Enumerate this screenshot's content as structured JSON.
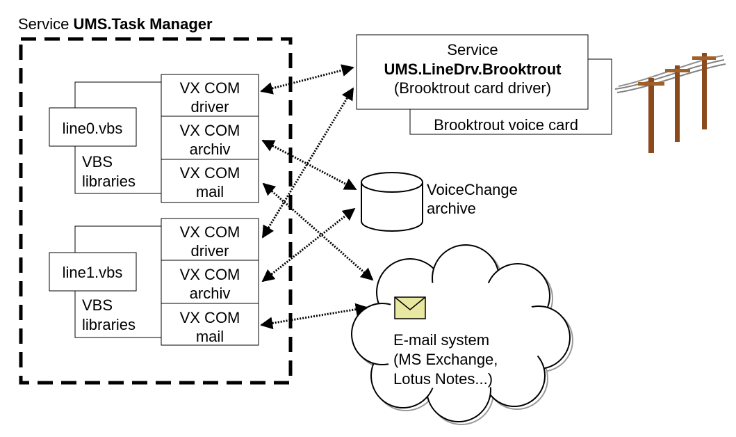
{
  "task_manager": {
    "title_prefix": "Service ",
    "title_name": "UMS.Task Manager"
  },
  "line0": {
    "script": "line0.vbs",
    "vbs_line1": "VBS",
    "vbs_line2": "libraries",
    "components": [
      {
        "line1": "VX COM",
        "line2": "driver"
      },
      {
        "line1": "VX COM",
        "line2": "archiv"
      },
      {
        "line1": "VX COM",
        "line2": "mail"
      }
    ]
  },
  "line1": {
    "script": "line1.vbs",
    "vbs_line1": "VBS",
    "vbs_line2": "libraries",
    "components": [
      {
        "line1": "VX COM",
        "line2": "driver"
      },
      {
        "line1": "VX COM",
        "line2": "archiv"
      },
      {
        "line1": "VX COM",
        "line2": "mail"
      }
    ]
  },
  "brooktrout": {
    "line1": "Service",
    "line2": "UMS.LineDrv.Brooktrout",
    "line3": "(Brooktrout card driver)",
    "card": "Brooktrout voice card"
  },
  "archive": {
    "line1": "VoiceChange",
    "line2": "archive"
  },
  "email": {
    "line1": "E-mail system",
    "line2": "(MS Exchange,",
    "line3": "Lotus Notes...)"
  },
  "colors": {
    "envelope_fill": "#e8e8a0",
    "pole_color": "#8b4a1c",
    "cloud_shadow": "#999999"
  }
}
